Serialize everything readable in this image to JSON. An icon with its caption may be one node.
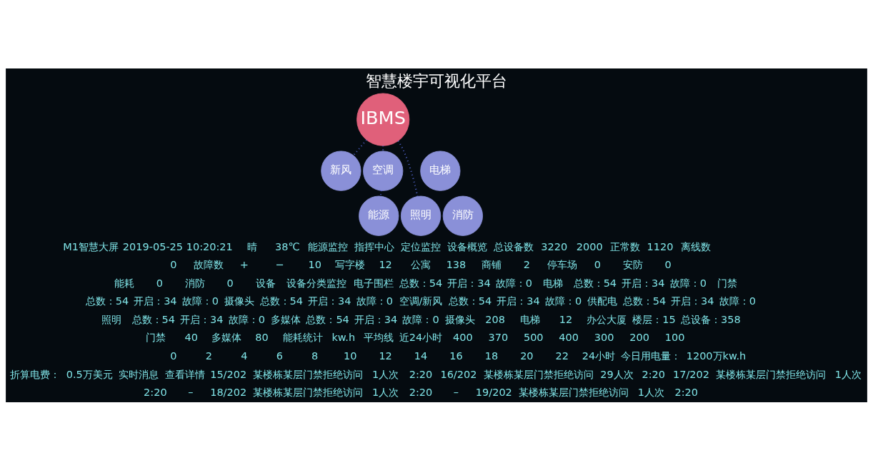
{
  "diagram": {
    "title": "智慧楼宇可视化平台",
    "nodes": [
      {
        "text": [
          "新风"
        ]
      },
      {
        "text": [
          "空调"
        ]
      },
      {
        "text": [
          "电梯"
        ]
      },
      {
        "text": [
          "能源"
        ]
      },
      {
        "text": [
          "IBMS"
        ]
      },
      {
        "text": [
          "消防"
        ]
      },
      {
        "text": [
          "照明"
        ]
      }
    ],
    "edges": [
      {
        "from": 4,
        "to": 0,
        "arrow": "none",
        "style": "dashed"
      },
      {
        "from": 4,
        "to": 1,
        "arrow": "none",
        "style": "dashed"
      },
      {
        "from": 1,
        "to": 3,
        "arrow": "none",
        "style": "dashed"
      },
      {
        "from": 4,
        "to": 6,
        "arrow": "none",
        "style": "dashed"
      }
    ],
    "labels": [
      "M1智慧大屏",
      "2019-05-25",
      "10:20:21",
      "晴",
      "38℃",
      "能源监控",
      "指挥中心",
      "定位监控",
      "设备概览",
      "总设备数",
      "3220",
      "2000",
      "正常数",
      "1120",
      "离线数",
      "0",
      "故障数",
      "+",
      "−",
      "10",
      "写字楼",
      "12",
      "公寓",
      "138",
      "商铺",
      "2",
      "停车场",
      "0",
      "安防",
      "0",
      "能耗",
      "0",
      "消防",
      "0",
      "设备",
      "设备分类监控",
      "电子围栏",
      "总数：54",
      "开启：34",
      "故障：0",
      "电梯",
      "总数：54",
      "开启：34",
      "故障：0",
      "门禁",
      "总数：54",
      "开启：34",
      "故障：0",
      "摄像头",
      "总数：54",
      "开启：34",
      "故障：0",
      "空调/新风",
      "总数：54",
      "开启：34",
      "故障：0",
      "供配电",
      "总数：54",
      "开启：34",
      "故障：0",
      "照明",
      "总数：54",
      "开启：34",
      "故障：0",
      "多媒体",
      "总数：54",
      "开启：34",
      "故障：0",
      "摄像头",
      "208",
      "电梯",
      "12",
      "办公大厦",
      "楼层：15",
      "总设备：358",
      "门禁",
      "40",
      "多媒体",
      "80",
      "能耗统计",
      "kw.h",
      "平均线",
      "近24小时",
      "400",
      "370",
      "500",
      "400",
      "300",
      "200",
      "100",
      "0",
      "2",
      "4",
      "6",
      "8",
      "10",
      "12",
      "14",
      "16",
      "18",
      "20",
      "22",
      "24小时",
      "今日用电量：",
      "1200万kw.h",
      "折算电费：",
      "0.5万美元",
      "实时消息",
      "查看详情",
      "15/202",
      "某楼栋某层门禁拒绝访问",
      "1人次",
      "2:20",
      "16/202",
      "某楼栋某层门禁拒绝访问",
      "29人次",
      "2:20",
      "17/202",
      "某楼栋某层门禁拒绝访问",
      "1人次",
      "2:20",
      "–",
      "18/202",
      "某楼栋某层门禁拒绝访问",
      "1人次",
      "2:20",
      "–",
      "19/202",
      "某楼栋某层门禁拒绝访问",
      "1人次",
      "2:20"
    ]
  }
}
